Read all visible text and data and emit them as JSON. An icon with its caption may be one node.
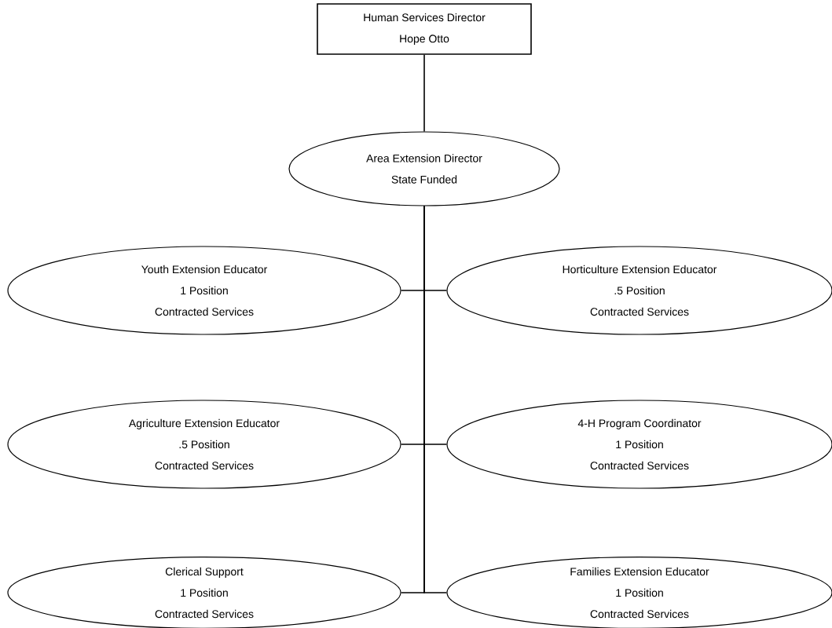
{
  "diagram": {
    "nodes": [
      {
        "text": [
          "Human Services Director",
          "Hope Otto"
        ]
      },
      {
        "text": [
          "Area Extension Director",
          "State Funded"
        ]
      },
      {
        "text": [
          "Youth Extension Educator",
          "1 Position",
          "Contracted Services"
        ]
      },
      {
        "text": [
          "Horticulture Extension Educator",
          ".5 Position",
          "Contracted Services"
        ]
      },
      {
        "text": [
          "Agriculture Extension Educator",
          ".5 Position",
          "Contracted Services"
        ]
      },
      {
        "text": [
          "4-H Program Coordinator",
          "1 Position",
          "Contracted Services"
        ]
      },
      {
        "text": [
          "Clerical Support",
          "1 Position",
          "Contracted Services"
        ]
      },
      {
        "text": [
          "Families Extension Educator",
          "1 Position",
          "Contracted Services"
        ]
      }
    ],
    "edges": [
      {
        "from": 0,
        "to": 1,
        "arrow": "none"
      },
      {
        "from": 1,
        "to": 2,
        "arrow": "none"
      },
      {
        "from": 1,
        "to": 3,
        "arrow": "none"
      },
      {
        "from": 1,
        "to": 4,
        "arrow": "none"
      },
      {
        "from": 1,
        "to": 5,
        "arrow": "none"
      },
      {
        "from": 1,
        "to": 6,
        "arrow": "none"
      },
      {
        "from": 1,
        "to": 7,
        "arrow": "none"
      }
    ]
  }
}
